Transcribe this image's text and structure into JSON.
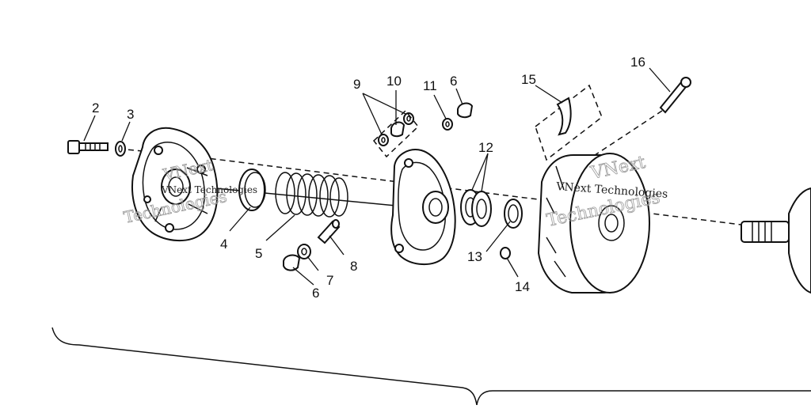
{
  "callouts": {
    "c2": "2",
    "c3": "3",
    "c4": "4",
    "c5": "5",
    "c6a": "6",
    "c6b": "6",
    "c7": "7",
    "c8": "8",
    "c9": "9",
    "c10": "10",
    "c11": "11",
    "c12": "12",
    "c13": "13",
    "c14": "14",
    "c15": "15",
    "c16": "16"
  },
  "watermarks": {
    "w1": "VNext",
    "w2": "Technologies",
    "w3": "VNext Technologies",
    "w4": "VNext",
    "w5": "Technologies",
    "w6": "VNext Technologies"
  },
  "colors": {
    "line": "#111111",
    "paper": "#ffffff",
    "watermark": "#9a9a9a"
  }
}
